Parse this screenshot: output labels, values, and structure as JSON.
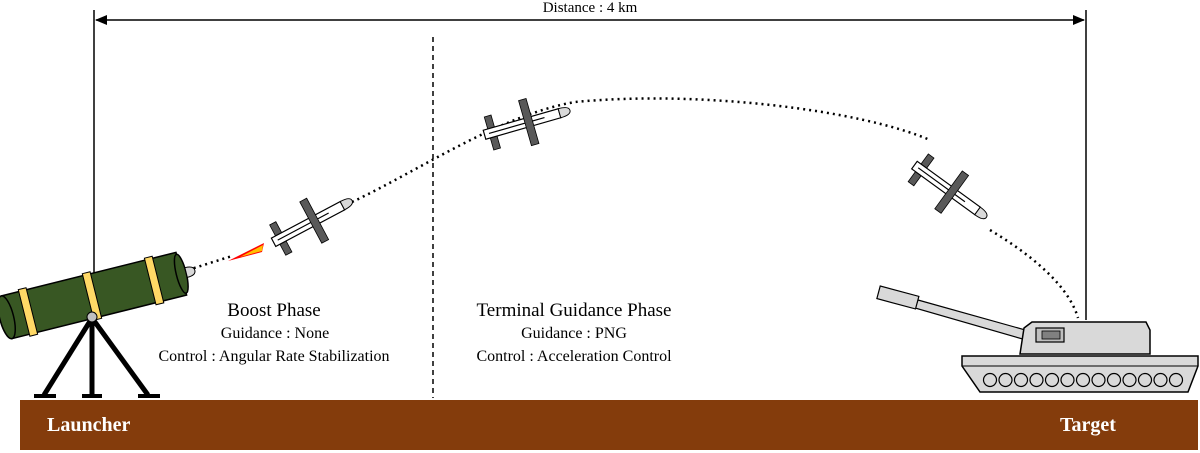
{
  "distance_label": "Distance : 4 km",
  "phases": {
    "boost": {
      "title": "Boost Phase",
      "guidance": "Guidance : None",
      "control": "Control : Angular Rate Stabilization"
    },
    "terminal": {
      "title": "Terminal Guidance Phase",
      "guidance": "Guidance : PNG",
      "control": "Control : Acceleration Control"
    }
  },
  "launcher_label": "Launcher",
  "target_label": "Target",
  "colors": {
    "ground": "#843c0c",
    "launcher_tube": "#385723",
    "launcher_band": "#ffd966",
    "tank": "#d9d9d9",
    "fin": "#595959",
    "exhaust_outer": "#ff0000",
    "exhaust_inner": "#ffc000"
  }
}
